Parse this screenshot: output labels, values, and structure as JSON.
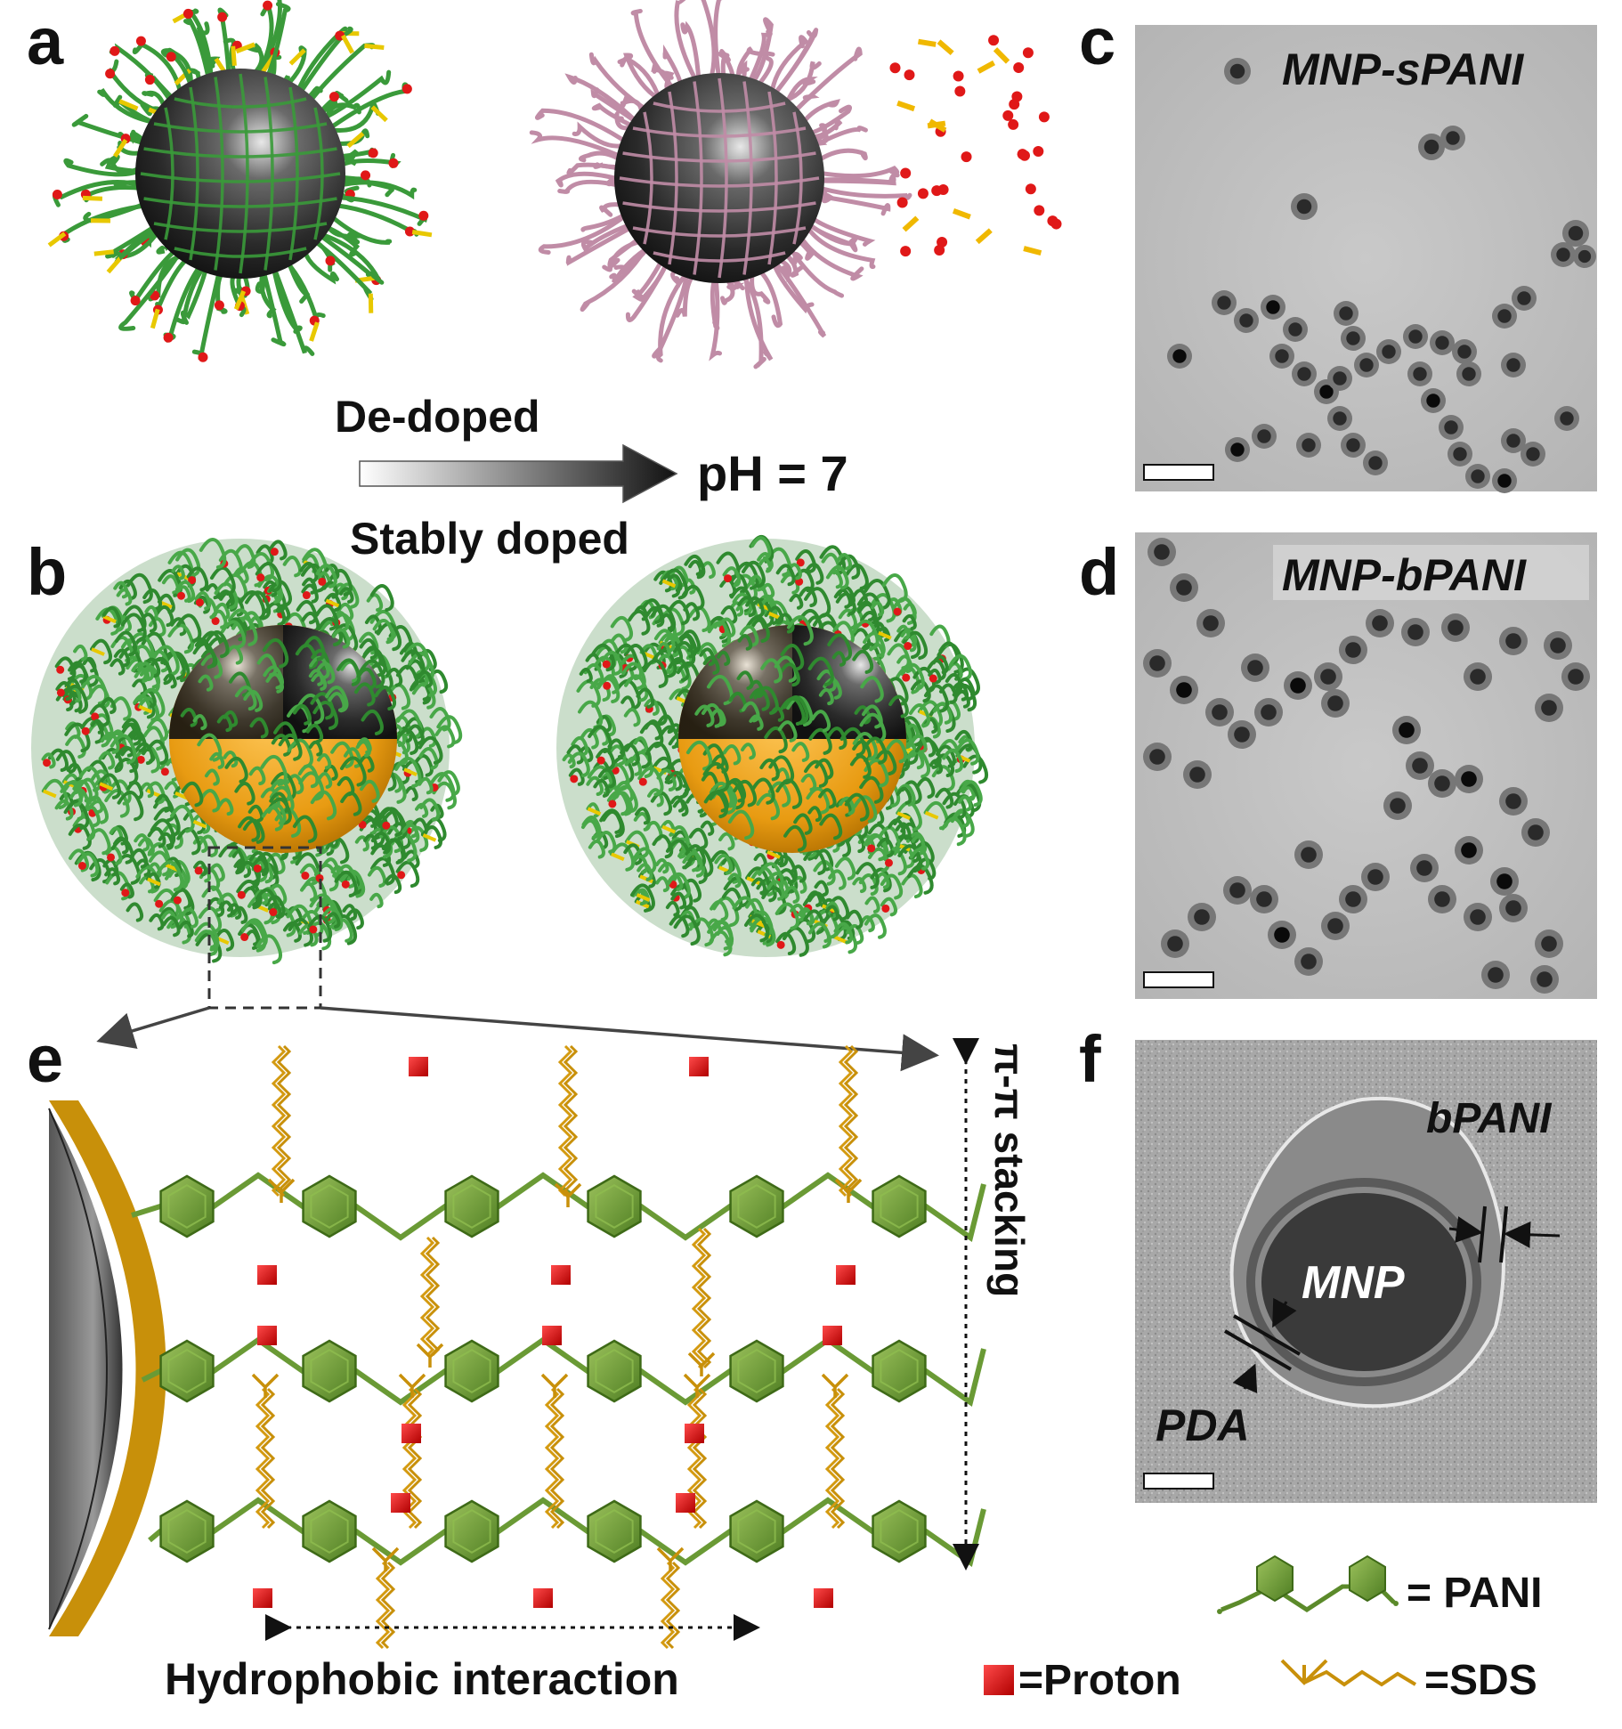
{
  "panels": {
    "a": "a",
    "b": "b",
    "c": "c",
    "d": "d",
    "e": "e",
    "f": "f"
  },
  "arrow_labels": {
    "top": "De-doped",
    "condition": "pH = 7",
    "bottom": "Stably doped"
  },
  "tem": {
    "c_label": "MNP-sPANI",
    "d_label": "MNP-bPANI",
    "f_labels": {
      "shell": "bPANI",
      "core": "MNP",
      "layer": "PDA"
    }
  },
  "schematic_e": {
    "stacking_label": "π-π stacking",
    "interaction_label": "Hydrophobic interaction"
  },
  "legend": {
    "pani": "= PANI",
    "proton": "=Proton",
    "sds": "=SDS"
  },
  "colors": {
    "pani_green": "#3a9a3a",
    "dedoped_pink": "#c08ca6",
    "proton_red": "#e01818",
    "sds_yellow": "#e8c800",
    "pda_gold": "#c8900a",
    "hex_green": "#6f9a3a"
  }
}
